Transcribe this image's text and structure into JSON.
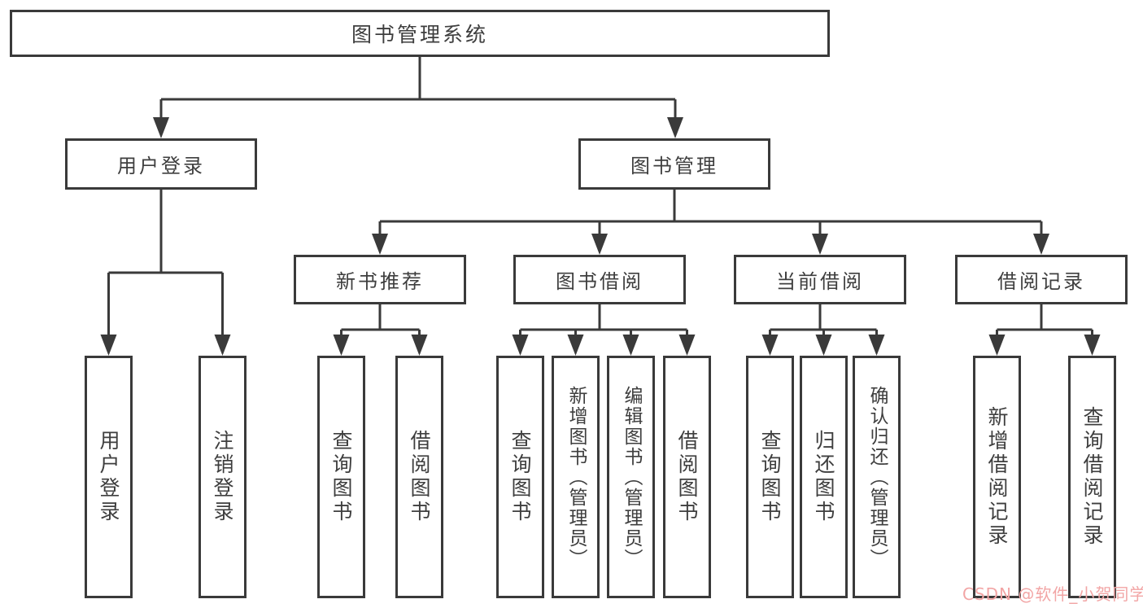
{
  "diagram": {
    "root": {
      "label": "图书管理系统"
    },
    "branches": [
      {
        "label": "用户登录",
        "leaves": [
          {
            "label": "用户登录"
          },
          {
            "label": "注销登录"
          }
        ]
      },
      {
        "label": "图书管理",
        "groups": [
          {
            "label": "新书推荐",
            "leaves": [
              {
                "label": "查询图书"
              },
              {
                "label": "借阅图书"
              }
            ]
          },
          {
            "label": "图书借阅",
            "leaves": [
              {
                "label": "查询图书"
              },
              {
                "label": "新增图书（管理员）"
              },
              {
                "label": "编辑图书（管理员）"
              },
              {
                "label": "借阅图书"
              }
            ]
          },
          {
            "label": "当前借阅",
            "leaves": [
              {
                "label": "查询图书"
              },
              {
                "label": "归还图书"
              },
              {
                "label": "确认归还（管理员）"
              }
            ]
          },
          {
            "label": "借阅记录",
            "leaves": [
              {
                "label": "新增借阅记录"
              },
              {
                "label": "查询借阅记录"
              }
            ]
          }
        ]
      }
    ]
  },
  "watermark": {
    "text": "CSDN @软件_小贺同学",
    "color": "#f2a5a5"
  },
  "colors": {
    "line": "#3a3a3a",
    "text": "#3e3e3e",
    "background": "#ffffff"
  }
}
